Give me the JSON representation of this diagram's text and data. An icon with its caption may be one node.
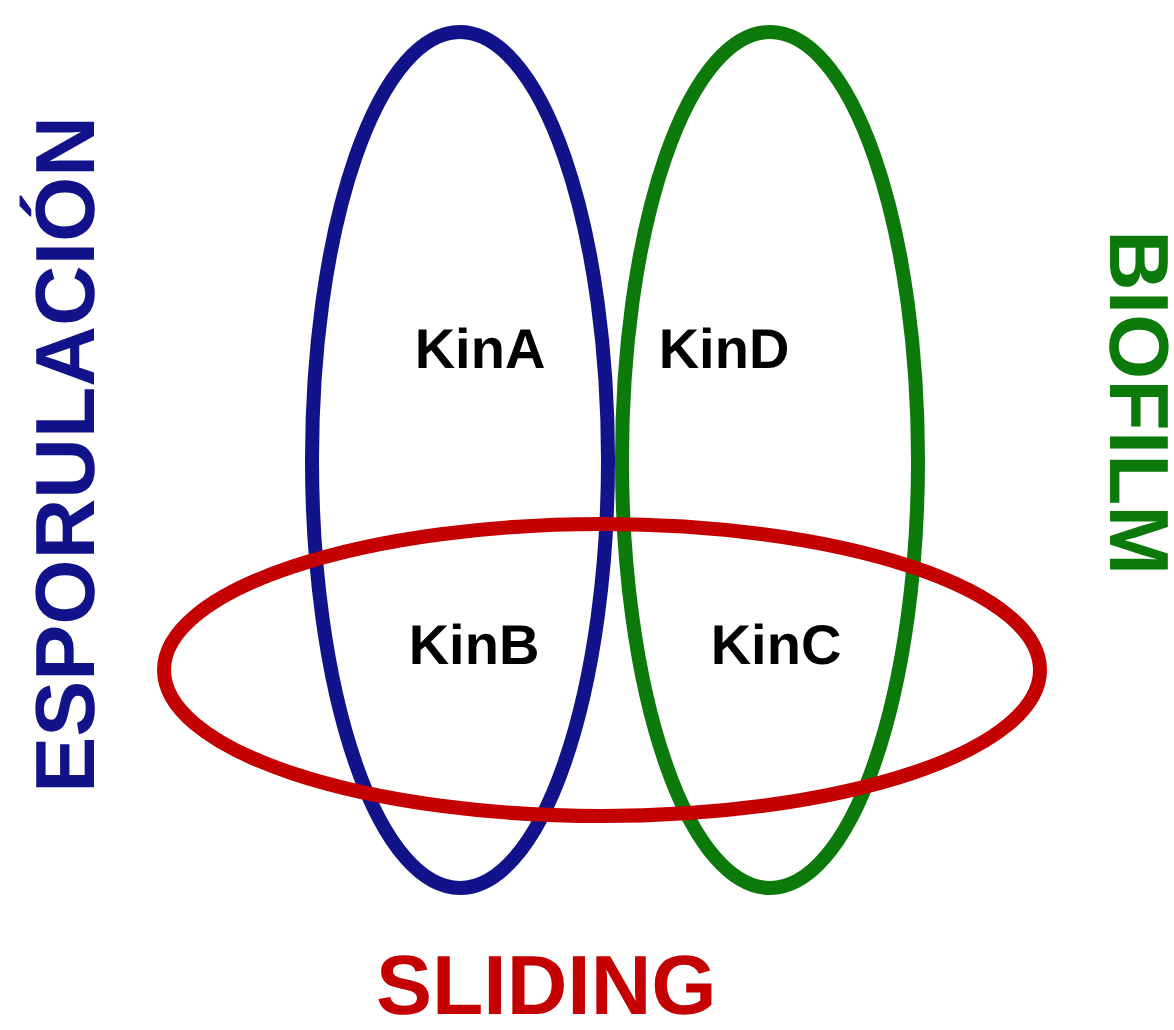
{
  "diagram": {
    "nodes": [
      {
        "text": [
          "ESPORULACIÓN"
        ]
      },
      {
        "text": [
          "BIOFILM"
        ]
      },
      {
        "text": [
          "SLIDING"
        ]
      }
    ],
    "labels": [
      "KinA",
      "KinD",
      "KinB",
      "KinC"
    ]
  }
}
